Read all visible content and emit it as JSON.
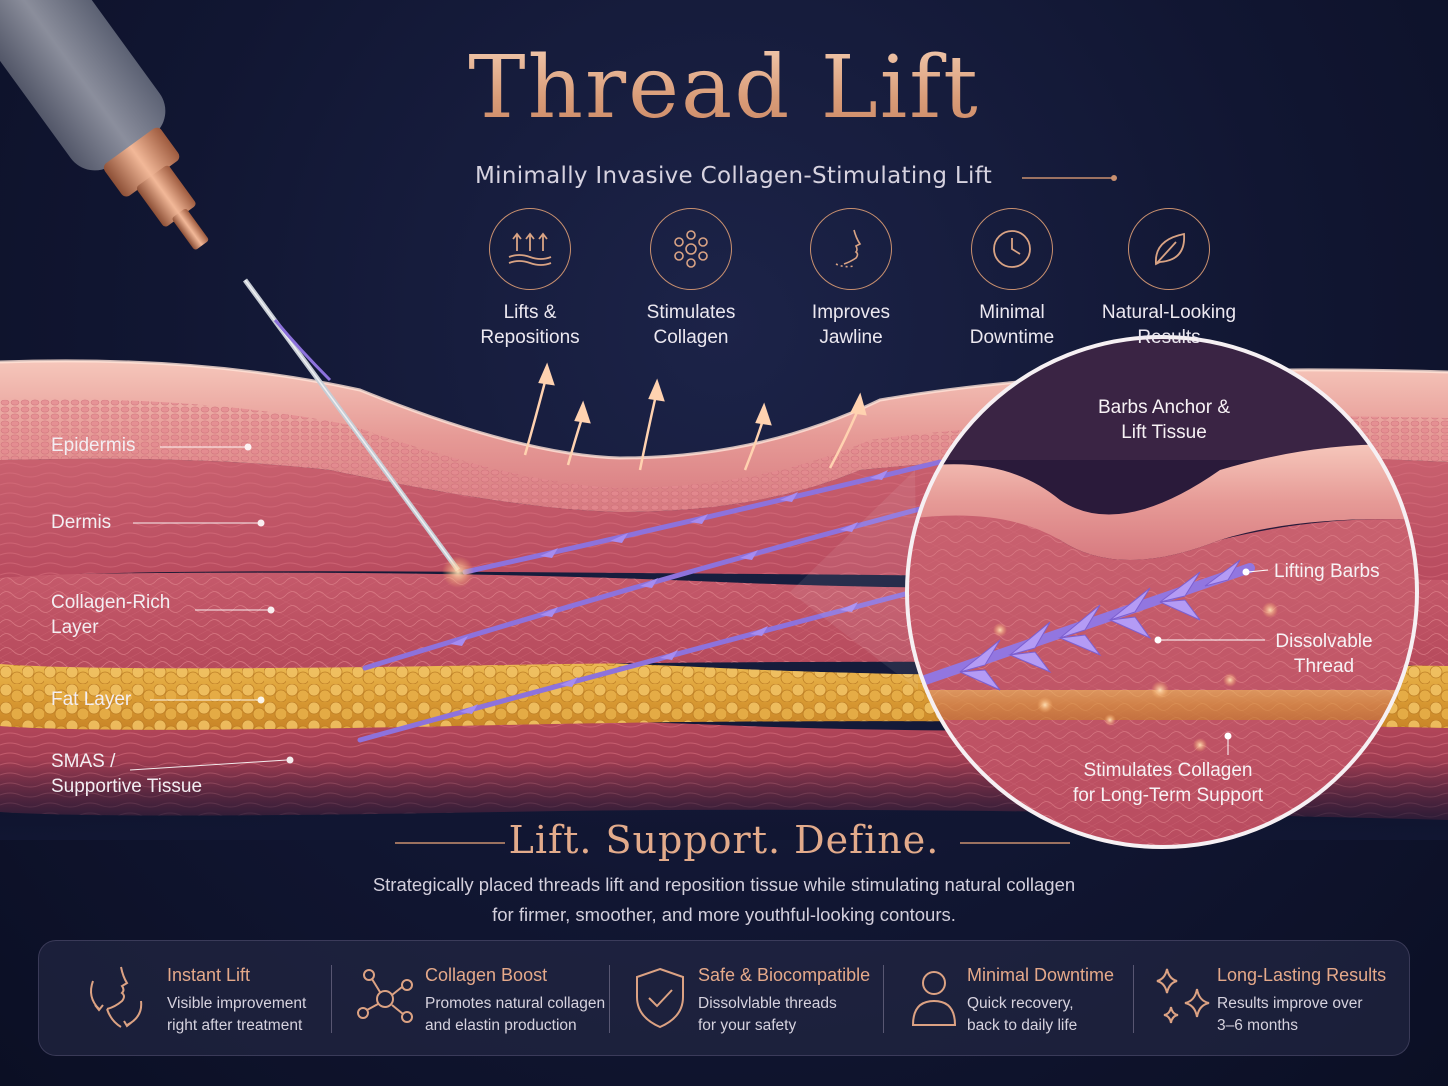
{
  "header": {
    "title": "Thread Lift",
    "subtitle": "Minimally Invasive Collagen-Stimulating Lift"
  },
  "benefits": [
    {
      "icon": "lift-arrows-icon",
      "line1": "Lifts &",
      "line2": "Repositions"
    },
    {
      "icon": "collagen-molecule-icon",
      "line1": "Stimulates",
      "line2": "Collagen"
    },
    {
      "icon": "face-profile-icon",
      "line1": "Improves",
      "line2": "Jawline"
    },
    {
      "icon": "clock-icon",
      "line1": "Minimal",
      "line2": "Downtime"
    },
    {
      "icon": "leaf-icon",
      "line1": "Natural-Looking",
      "line2": "Results"
    }
  ],
  "layers": {
    "epidermis": "Epidermis",
    "dermis": "Dermis",
    "collagen_line1": "Collagen-Rich",
    "collagen_line2": "Layer",
    "fat": "Fat Layer",
    "smas_line1": "SMAS /",
    "smas_line2": "Supportive Tissue"
  },
  "zoom": {
    "title_line1": "Barbs Anchor &",
    "title_line2": "Lift Tissue",
    "barbs": "Lifting Barbs",
    "thread_line1": "Dissolvable",
    "thread_line2": "Thread",
    "collagen_line1": "Stimulates Collagen",
    "collagen_line2": "for Long-Term Support"
  },
  "tagline": "Lift. Support. Define.",
  "description": {
    "line1": "Strategically placed threads lift and reposition tissue while stimulating natural collagen",
    "line2": "for firmer, smoother, and more youthful-looking contours."
  },
  "features": [
    {
      "icon": "face-lift-icon",
      "title": "Instant Lift",
      "desc1": "Visible improvement",
      "desc2": "right after treatment"
    },
    {
      "icon": "molecule-icon",
      "title": "Collagen Boost",
      "desc1": "Promotes natural collagen",
      "desc2": "and elastin production"
    },
    {
      "icon": "shield-check-icon",
      "title": "Safe & Biocompatible",
      "desc1": "Dissolvlable threads",
      "desc2": "for your safety"
    },
    {
      "icon": "person-icon",
      "title": "Minimal Downtime",
      "desc1": "Quick recovery,",
      "desc2": "back to daily life"
    },
    {
      "icon": "sparkles-icon",
      "title": "Long-Lasting Results",
      "desc1": "Results improve over",
      "desc2": "3–6 months"
    }
  ],
  "colors": {
    "background": "#111632",
    "accent_gold": "#e3ab8b",
    "thread_purple": "#8a6fd6",
    "skin_pink": "#c4566a",
    "fat_yellow": "#e0a93a"
  }
}
